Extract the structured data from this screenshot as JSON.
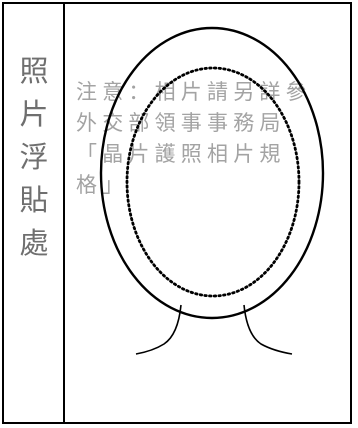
{
  "photo_box": {
    "side_label_chars": [
      "照",
      "片",
      "浮",
      "貼",
      "處"
    ],
    "notice_lines": [
      "注意：相片請另詳參",
      "外交部領事事務局",
      "「晶片護照相片規",
      "格」"
    ]
  }
}
